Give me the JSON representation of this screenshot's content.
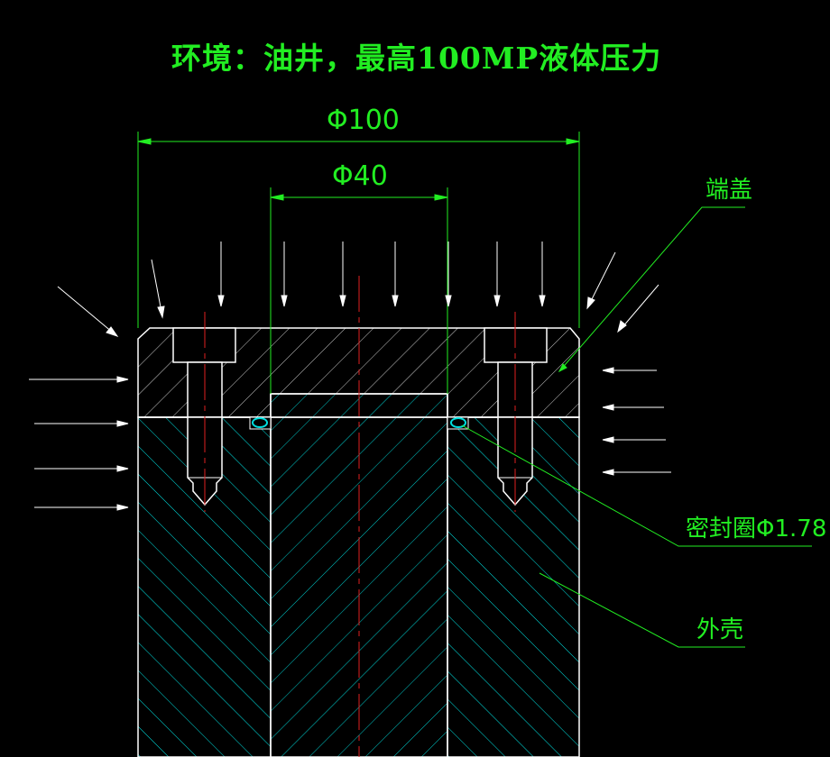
{
  "title": "环境：油井，最高100MP液体压力",
  "dimensions": {
    "outer": "Φ100",
    "inner": "Φ40"
  },
  "labels": {
    "end_cap": "端盖",
    "seal_ring": "密封圈Φ1.78",
    "housing": "外壳"
  },
  "colors": {
    "background": "#000000",
    "annotation": "#22ee22",
    "outline": "#ffffff",
    "hatch": "#c8c8c8",
    "housing_hatch": "#00e5e5",
    "centerline": "#e02020",
    "seal": "#00dddd"
  }
}
